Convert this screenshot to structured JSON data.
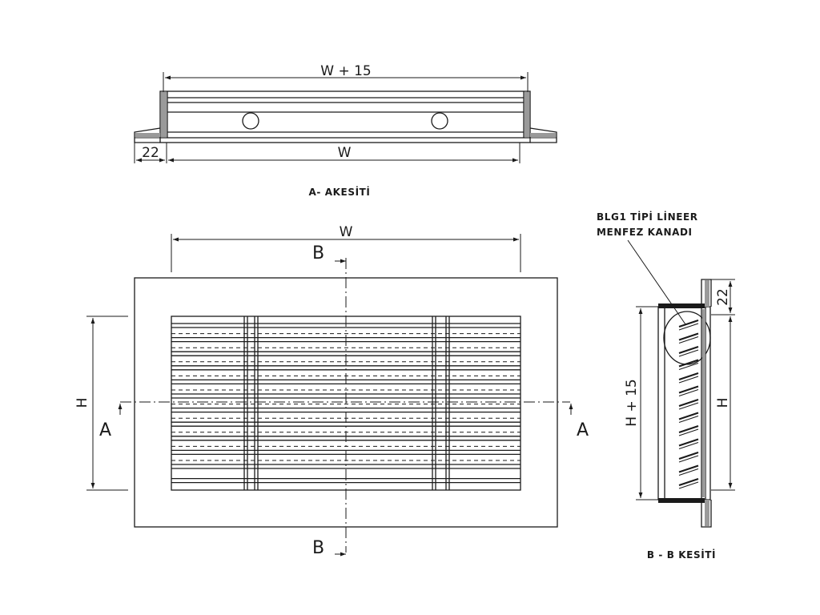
{
  "section_a": {
    "title": "A- AKESİTİ",
    "dim_top": "W  +  15",
    "dim_bottom": "W",
    "dim_flange": "22"
  },
  "front_view": {
    "dim_width": "W",
    "dim_height": "H",
    "cut_b_top": "B",
    "cut_b_bottom": "B",
    "cut_a_left": "A",
    "cut_a_right": "A"
  },
  "section_b": {
    "title": "B - B KESİTİ",
    "dim_flange": "22",
    "dim_outer_height": "H  +  15",
    "dim_inner_height": "H",
    "callout_line1": "BLG1 TİPİ LİNEER",
    "callout_line2": "MENFEZ KANADI"
  }
}
